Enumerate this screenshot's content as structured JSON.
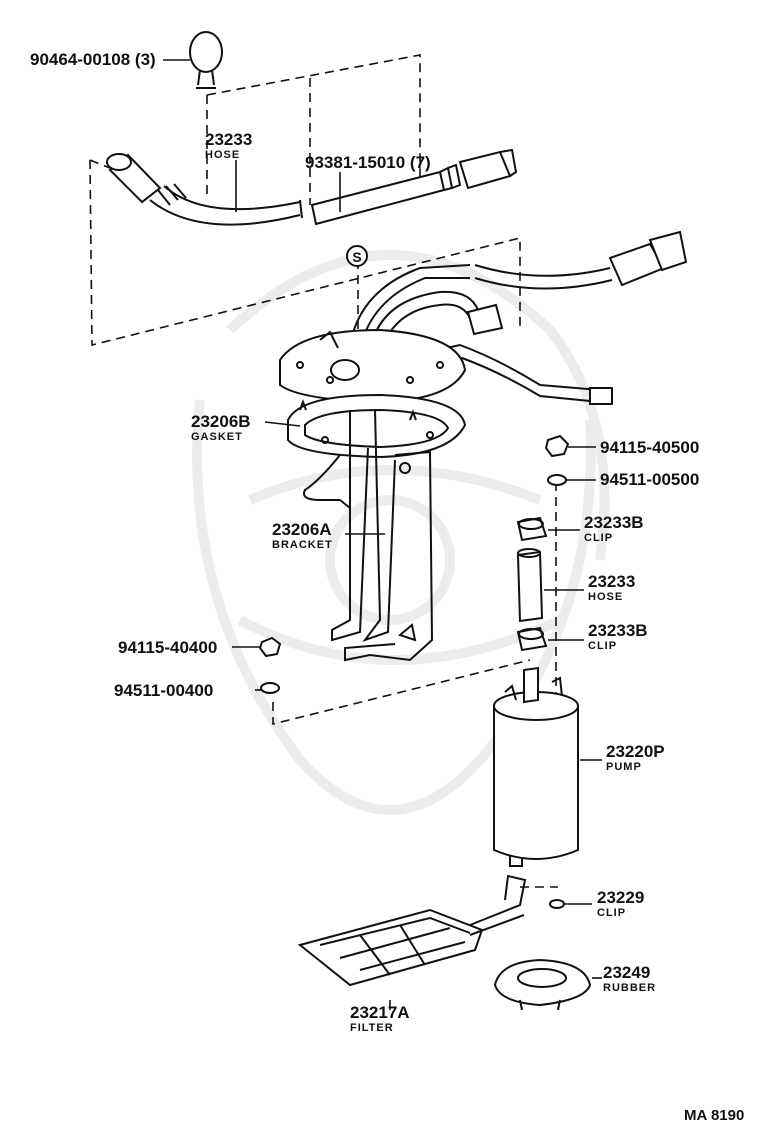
{
  "diagram": {
    "reference": "MA 8190",
    "callouts": [
      {
        "part": "90464-00108 (3)",
        "name": ""
      },
      {
        "part": "23233",
        "name": "HOSE"
      },
      {
        "part": "93381-15010 (7)",
        "name": ""
      },
      {
        "part": "23206B",
        "name": "GASKET"
      },
      {
        "part": "23206A",
        "name": "BRACKET"
      },
      {
        "part": "94115-40500",
        "name": ""
      },
      {
        "part": "94511-00500",
        "name": ""
      },
      {
        "part": "23233B",
        "name": "CLIP"
      },
      {
        "part": "23233",
        "name": "HOSE"
      },
      {
        "part": "23233B",
        "name": "CLIP"
      },
      {
        "part": "94115-40400",
        "name": ""
      },
      {
        "part": "94511-00400",
        "name": ""
      },
      {
        "part": "23220P",
        "name": "PUMP"
      },
      {
        "part": "23229",
        "name": "CLIP"
      },
      {
        "part": "23249",
        "name": "RUBBER"
      },
      {
        "part": "23217A",
        "name": "FILTER"
      }
    ],
    "symbol": "S"
  }
}
